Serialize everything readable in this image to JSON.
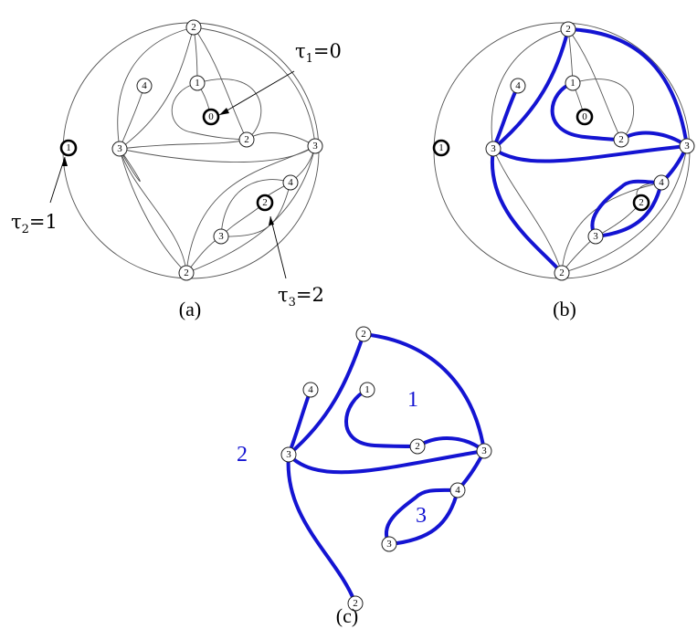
{
  "panels": {
    "a": {
      "caption": "(a)",
      "nodes": {
        "top": "2",
        "n1": "1",
        "n0": "0",
        "n4": "4",
        "n3l": "3",
        "n2m": "2",
        "n3r": "3",
        "n4r": "4",
        "n2c": "2",
        "n3b": "3",
        "bottom": "2",
        "left1": "1"
      },
      "annotations": [
        {
          "symbol": "τ",
          "sub": "1",
          "value": "=0"
        },
        {
          "symbol": "τ",
          "sub": "2",
          "value": "=1"
        },
        {
          "symbol": "τ",
          "sub": "3",
          "value": "=2"
        }
      ]
    },
    "b": {
      "caption": "(b)",
      "nodes": {
        "top": "2",
        "n1": "1",
        "n0": "0",
        "n4": "4",
        "n3l": "3",
        "n2m": "2",
        "n3r": "3",
        "n4r": "4",
        "n2c": "2",
        "n3b": "3",
        "bottom": "2",
        "left1": "1"
      }
    },
    "c": {
      "caption": "(c)",
      "nodes": {
        "top": "2",
        "n1": "1",
        "n4": "4",
        "n3l": "3",
        "n2m": "2",
        "n3r": "3",
        "n4r": "4",
        "n3b": "3",
        "bottom": "2"
      },
      "region_labels": [
        "1",
        "2",
        "3"
      ]
    }
  },
  "colors": {
    "highlight": "#1414d2",
    "line": "#555555"
  }
}
